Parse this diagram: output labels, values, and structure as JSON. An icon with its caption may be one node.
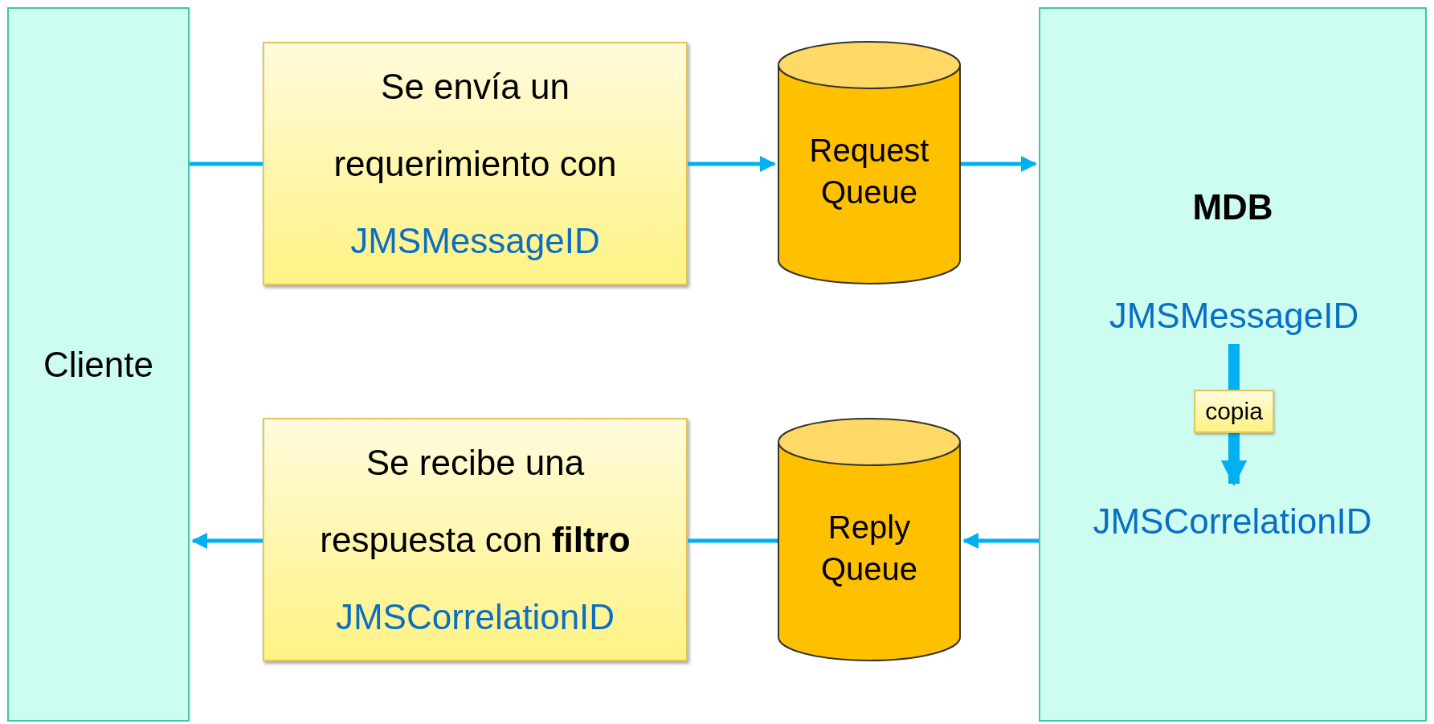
{
  "diagram": {
    "nodes": [
      {
        "text": [
          "Cliente"
        ]
      },
      {
        "text": [
          "Se envía un requerimiento con",
          "JMSMessageID"
        ]
      },
      {
        "text": [
          "Request Queue"
        ]
      },
      {
        "text": [
          "MDB"
        ]
      },
      {
        "text": [
          "JMSMessageID"
        ],
        "in": 3
      },
      {
        "text": [
          "JMSCorrelationID"
        ],
        "in": 3
      },
      {
        "text": [
          "Se recibe una respuesta con **filtro**",
          "JMSCorrelationID"
        ]
      },
      {
        "text": [
          "Reply Queue"
        ]
      }
    ],
    "edges": [
      {
        "from": 0,
        "to": 1,
        "arrow": "none"
      },
      {
        "from": 1,
        "to": 2,
        "arrow": "to"
      },
      {
        "from": 2,
        "to": 3,
        "arrow": "to"
      },
      {
        "from": 4,
        "to": 5,
        "arrow": "to",
        "label": "copia",
        "style": "thick"
      },
      {
        "from": 3,
        "to": 7,
        "arrow": "to"
      },
      {
        "from": 7,
        "to": 6,
        "arrow": "none"
      },
      {
        "from": 6,
        "to": 0,
        "arrow": "to"
      }
    ]
  }
}
